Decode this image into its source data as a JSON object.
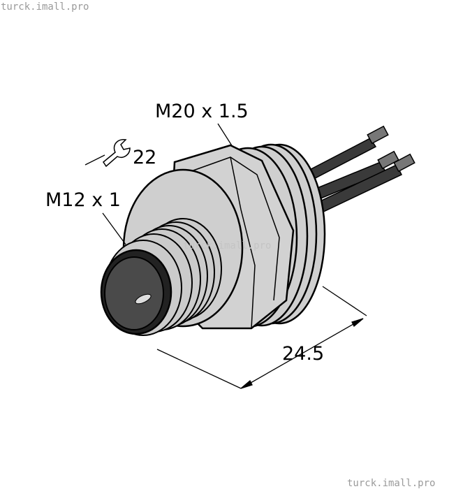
{
  "labels": {
    "main_thread": "M20 x 1.5",
    "wrench_size": "22",
    "connector_thread": "M12 x 1",
    "length": "24.5"
  },
  "watermarks": {
    "top_left": "turck.imall.pro",
    "center": "turck.imall.pro",
    "bottom_right": "turck.imall.pro"
  },
  "icons": {
    "wrench": "wrench-icon"
  },
  "colors": {
    "body": "#cfcfcf",
    "face": "#4a4a4a",
    "wire": "#3a3a3a",
    "outline": "#000000"
  }
}
